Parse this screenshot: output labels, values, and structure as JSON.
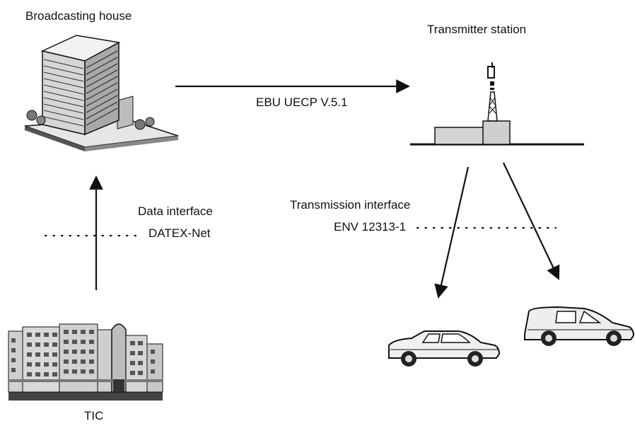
{
  "nodes": {
    "broadcasting_house": {
      "label": "Broadcasting house",
      "icon": "office-building-icon"
    },
    "transmitter_station": {
      "label": "Transmitter station",
      "icon": "transmitter-tower-icon"
    },
    "tic": {
      "label": "TIC",
      "icon": "tic-building-icon"
    },
    "car": {
      "icon": "car-icon"
    },
    "van": {
      "icon": "van-icon"
    }
  },
  "links": {
    "broadcast_to_transmitter": {
      "label": "EBU UECP V.5.1"
    },
    "tic_to_broadcast": {
      "label_line1": "Data interface",
      "label_line2": "DATEX-Net"
    },
    "transmitter_to_vehicles": {
      "label_line1": "Transmission interface",
      "label_line2": "ENV 12313-1"
    }
  }
}
